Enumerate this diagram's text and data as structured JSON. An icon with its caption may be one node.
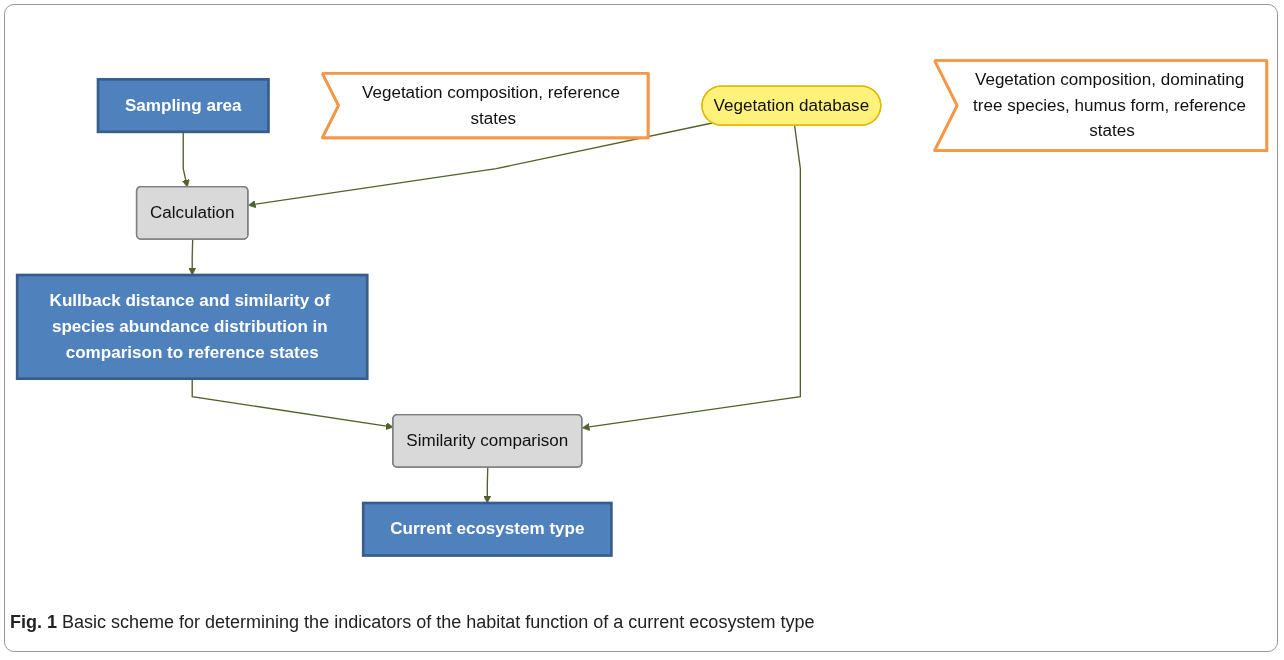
{
  "diagram": {
    "caption": "**Fig. 1** Basic scheme for determining the indicators of the habitat function of a current ecosystem type",
    "nodes": [
      {
        "text": [
          "Sampling area"
        ]
      },
      {
        "text": [
          "Vegetation composition, reference states"
        ]
      },
      {
        "text": [
          "Calculation"
        ]
      },
      {
        "text": [
          "Vegetation database"
        ]
      },
      {
        "text": [
          "Kullback distance and similarity of species abundance distribution in comparison to reference states"
        ]
      },
      {
        "text": [
          "Vegetation composition, dominating tree species, humus form, reference states"
        ]
      },
      {
        "text": [
          "Similarity comparison"
        ]
      },
      {
        "text": [
          "Current ecosystem type"
        ]
      }
    ],
    "edges": [
      {
        "from": 0,
        "to": 2,
        "arrow": "to"
      },
      {
        "from": 3,
        "to": 2,
        "arrow": "to"
      },
      {
        "from": 2,
        "to": 4,
        "arrow": "to"
      },
      {
        "from": 4,
        "to": 6,
        "arrow": "to"
      },
      {
        "from": 3,
        "to": 6,
        "arrow": "to"
      },
      {
        "from": 6,
        "to": 7,
        "arrow": "to"
      }
    ]
  }
}
